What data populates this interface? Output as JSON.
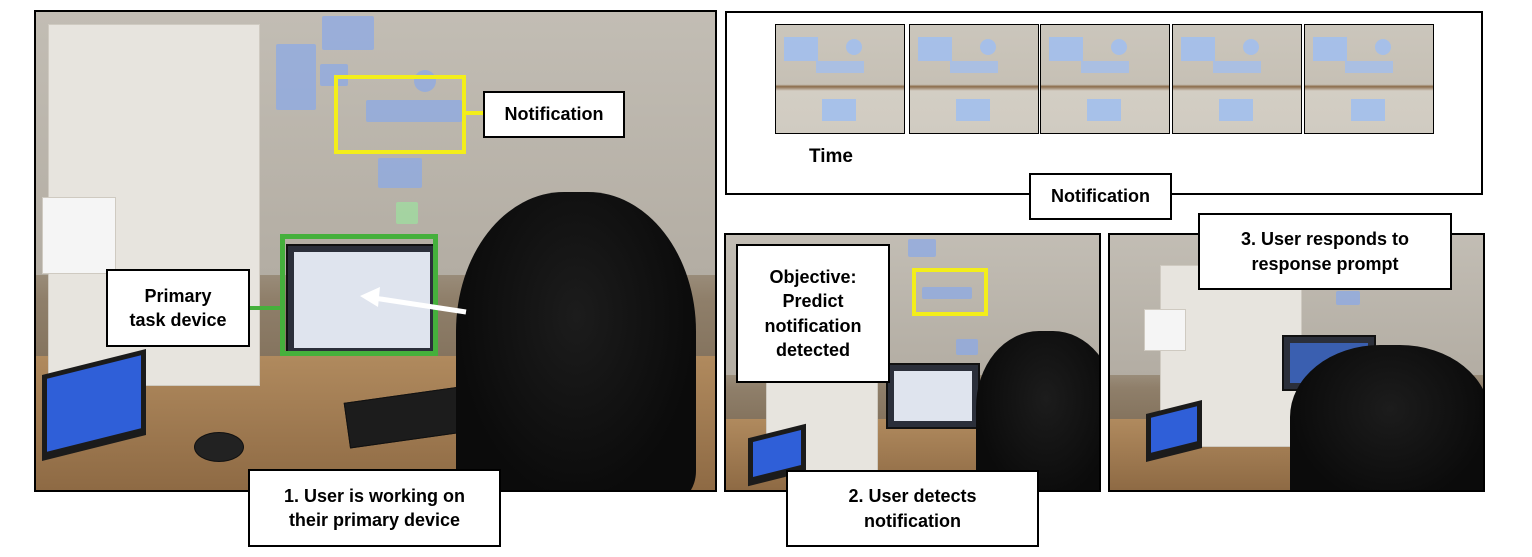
{
  "labels": {
    "notification_callout": "Notification",
    "primary_task_device": "Primary\ntask device",
    "step1": "1. User is working on\ntheir primary device",
    "objective": "Objective:\nPredict\nnotification\ndetected",
    "step2": "2. User detects\nnotification",
    "step3": "3. User responds to\nresponse prompt",
    "timeline_caption": "Notification",
    "time_axis": "Time"
  },
  "timeline": {
    "frame_count": 5
  },
  "colors": {
    "highlight_yellow": "#f3ee1a",
    "highlight_green": "#45b03c",
    "arrow": "#ffffff"
  }
}
